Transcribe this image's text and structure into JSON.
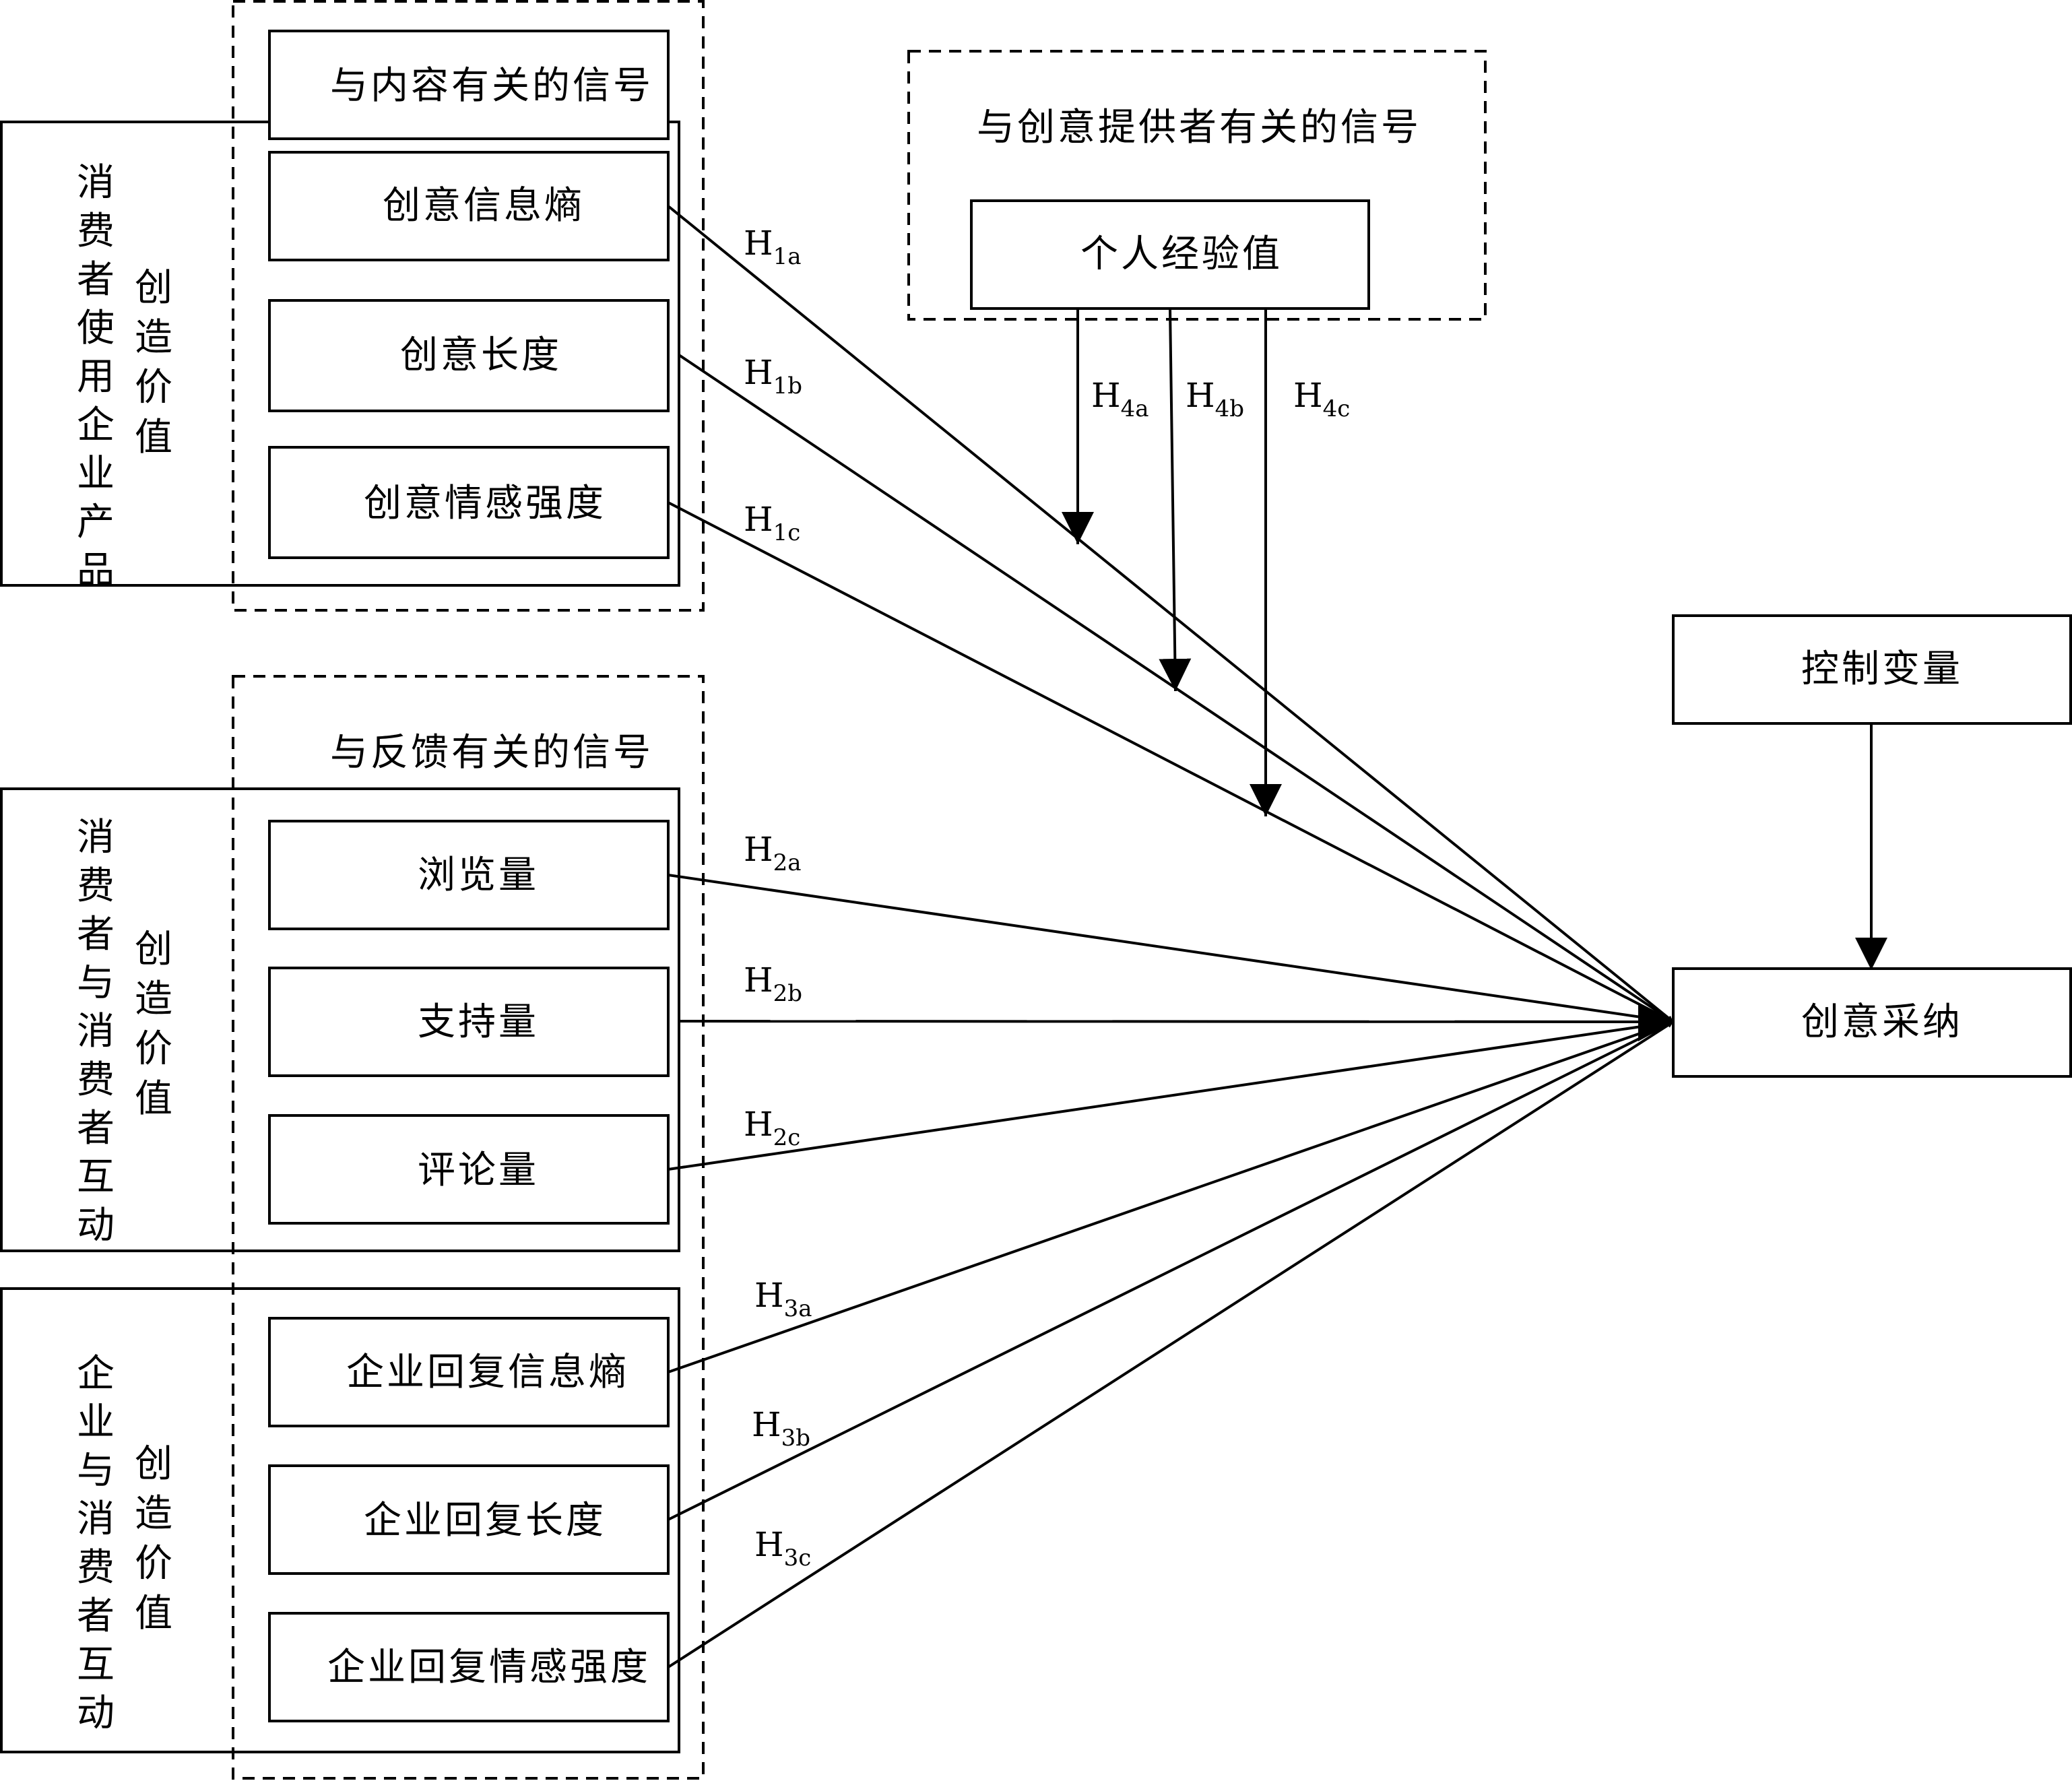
{
  "groups": {
    "content_signal": "与内容有关的信号",
    "provider_signal": "与创意提供者有关的信号",
    "feedback_signal": "与反馈有关的信号"
  },
  "sides": {
    "a_outer": "消费者使用企业产品",
    "a_inner": "创造价值",
    "b_outer": "消费者与消费者互动",
    "b_inner": "创造价值",
    "c_outer": "企业与消费者互动",
    "c_inner": "创造价值"
  },
  "nodes": {
    "idea_entropy": "创意信息熵",
    "idea_length": "创意长度",
    "idea_emotion": "创意情感强度",
    "personal_exp": "个人经验值",
    "views": "浏览量",
    "supports": "支持量",
    "comments": "评论量",
    "reply_entropy": "企业回复信息熵",
    "reply_length": "企业回复长度",
    "reply_emotion": "企业回复情感强度",
    "control": "控制变量",
    "adoption": "创意采纳"
  },
  "hypotheses": [
    {
      "main": "H",
      "sub": "1a"
    },
    {
      "main": "H",
      "sub": "1b"
    },
    {
      "main": "H",
      "sub": "1c"
    },
    {
      "main": "H",
      "sub": "2a"
    },
    {
      "main": "H",
      "sub": "2b"
    },
    {
      "main": "H",
      "sub": "2c"
    },
    {
      "main": "H",
      "sub": "3a"
    },
    {
      "main": "H",
      "sub": "3b"
    },
    {
      "main": "H",
      "sub": "3c"
    },
    {
      "main": "H",
      "sub": "4a"
    },
    {
      "main": "H",
      "sub": "4b"
    },
    {
      "main": "H",
      "sub": "4c"
    }
  ]
}
